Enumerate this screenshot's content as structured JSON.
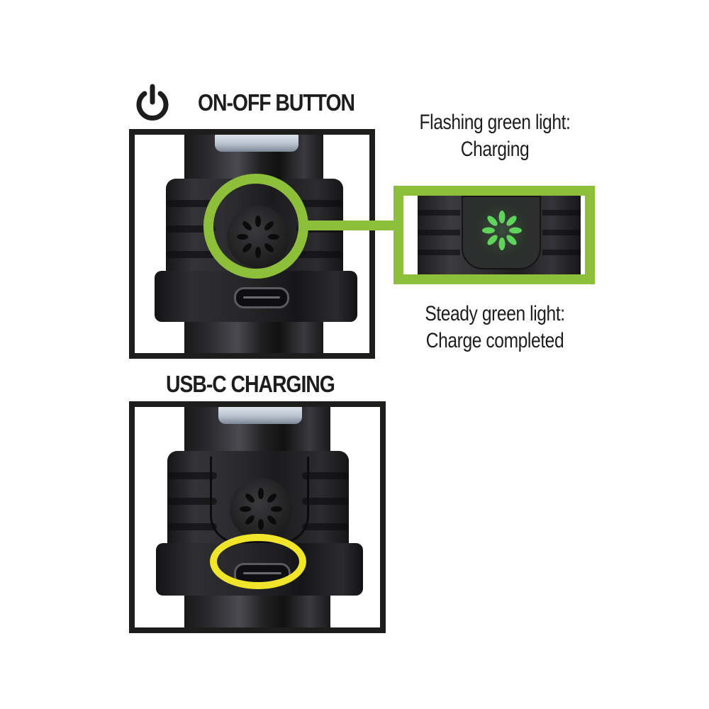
{
  "labels": {
    "on_off": "ON-OFF BUTTON",
    "usb_c": "USB-C CHARGING",
    "flashing_line1": "Flashing green light:",
    "flashing_line2": "Charging",
    "steady_line1": "Steady green light:",
    "steady_line2": "Charge completed"
  },
  "icons": {
    "power": "power-icon",
    "led_dots": 8
  },
  "colors": {
    "text": "#1d1d1b",
    "frame": "#1d1d1b",
    "highlight_green": "#8dbf3a",
    "highlight_yellow": "#f0e52a",
    "led_green": "#5fd35a",
    "background": "#ffffff"
  }
}
